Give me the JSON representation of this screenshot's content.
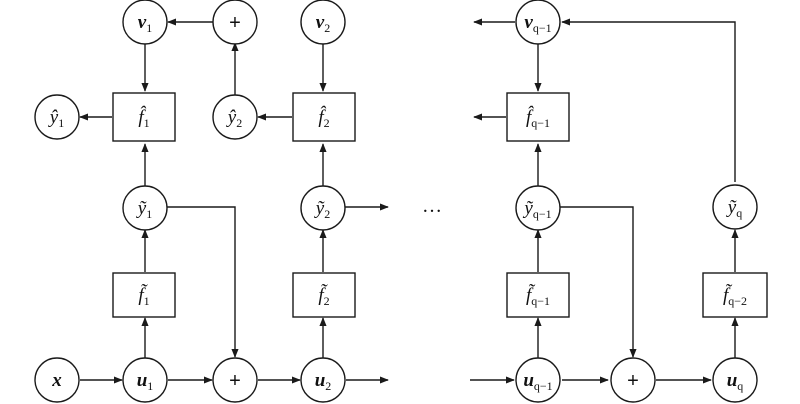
{
  "nodes": {
    "v1": {
      "main": "v",
      "sub": "1"
    },
    "v2": {
      "main": "v",
      "sub": "2"
    },
    "vq1": {
      "main": "v",
      "sub": "q−1"
    },
    "plus_top": {
      "main": "+"
    },
    "yhat1": {
      "main": "ŷ",
      "sub": "1"
    },
    "yhat2": {
      "main": "ŷ",
      "sub": "2"
    },
    "fhat1": {
      "main": "f̂",
      "sub": "1"
    },
    "fhat2": {
      "main": "f̂",
      "sub": "2"
    },
    "fhatq1": {
      "main": "f̂",
      "sub": "q−1"
    },
    "ytil1": {
      "main": "ỹ",
      "sub": "1"
    },
    "ytil2": {
      "main": "ỹ",
      "sub": "2"
    },
    "ytilq1": {
      "main": "ỹ",
      "sub": "q−1"
    },
    "ytilq": {
      "main": "ỹ",
      "sub": "q"
    },
    "ftil1": {
      "main": "f̃",
      "sub": "1"
    },
    "ftil2": {
      "main": "f̃",
      "sub": "2"
    },
    "ftilq1": {
      "main": "f̃",
      "sub": "q−1"
    },
    "ftilq2": {
      "main": "f̃",
      "sub": "q−2"
    },
    "x": {
      "main": "x"
    },
    "u1": {
      "main": "u",
      "sub": "1"
    },
    "u2": {
      "main": "u",
      "sub": "2"
    },
    "uq1": {
      "main": "u",
      "sub": "q−1"
    },
    "uq": {
      "main": "u",
      "sub": "q"
    },
    "plus_bot1": {
      "main": "+"
    },
    "plus_bot2": {
      "main": "+"
    }
  },
  "ellipsis": "…"
}
